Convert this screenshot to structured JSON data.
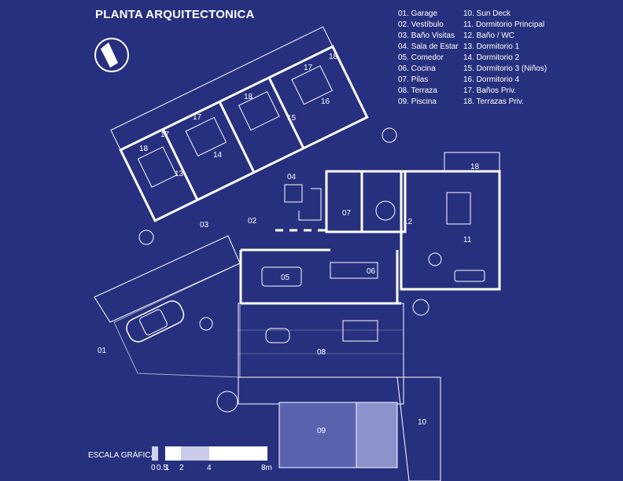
{
  "title": "PLANTA ARQUITECTONICA",
  "legend": {
    "col1": [
      "01. Garage",
      "02. Vestíbulo",
      "03. Baño Visitas",
      "04. Sala de Estar",
      "05. Comedor",
      "06. Cocina",
      "07. Pilas",
      "08. Terraza",
      "09. Piscina"
    ],
    "col2": [
      "10. Sun Deck",
      "11. Dormitorio Principal",
      "12. Baño / WC",
      "13. Dormitorio 1",
      "14. Dormitorio 2",
      "15. Dormitorio 3 (Niños)",
      "16. Dormitorio 4",
      "17. Baños Priv.",
      "18. Terrazas Priv."
    ]
  },
  "room_numbers": {
    "r01": "01",
    "r02": "02",
    "r03": "03",
    "r04": "04",
    "r05": "05",
    "r06": "06",
    "r07": "07",
    "r08": "08",
    "r09": "09",
    "r10": "10",
    "r11": "11",
    "r12": "12",
    "r13": "13",
    "r14": "14",
    "r15": "15",
    "r16": "16",
    "r17a": "17",
    "r17b": "17",
    "r17c": "17",
    "r18a": "18",
    "r18b": "18",
    "r18c": "18",
    "r18d": "18"
  },
  "scale": {
    "label": "ESCALA GRÁFICA",
    "tick_0": "0",
    "tick_05": "0.5",
    "tick_1": "1",
    "tick_2": "2",
    "tick_4": "4",
    "tick_8": "8m"
  },
  "colors": {
    "background": "#27307e",
    "lines": "#ffffff",
    "pool": "#5a62b0",
    "pool_light": "#8b92cc"
  },
  "icons": [
    "north-arrow-icon",
    "car-icon",
    "tree-icon"
  ]
}
